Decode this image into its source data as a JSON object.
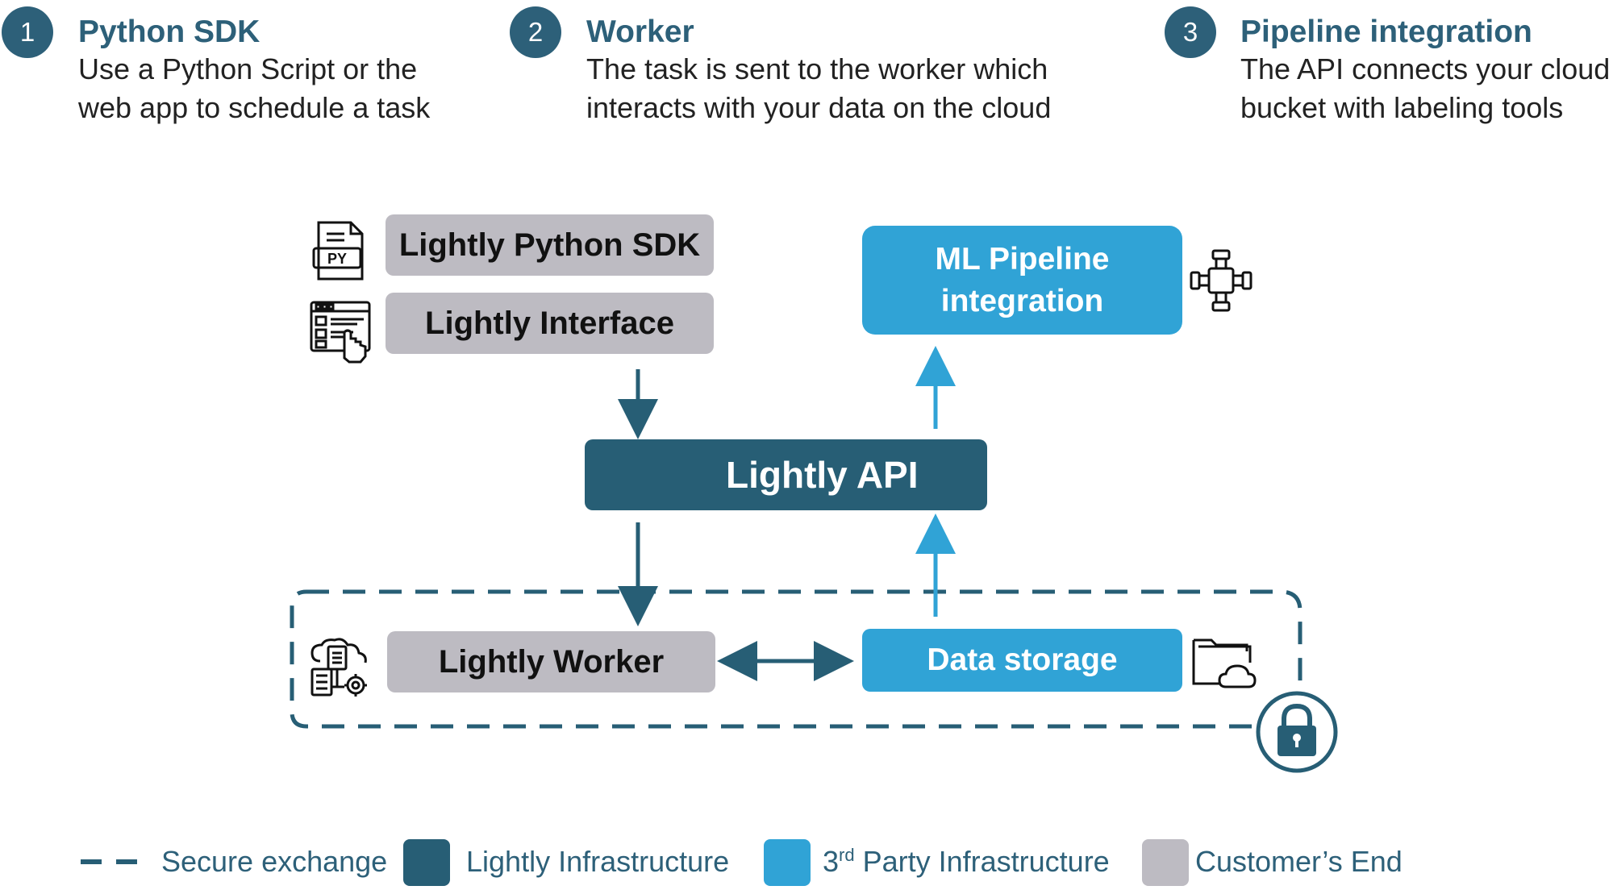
{
  "steps": [
    {
      "number": "1",
      "title": "Python SDK",
      "line1": "Use a Python Script or the",
      "line2": "web app to schedule a task"
    },
    {
      "number": "2",
      "title": "Worker",
      "line1": "The task is sent to the worker which",
      "line2": "interacts with your data on the cloud"
    },
    {
      "number": "3",
      "title": "Pipeline integration",
      "line1": "The API connects your cloud",
      "line2": "bucket with labeling tools"
    }
  ],
  "nodes": {
    "python_sdk": "Lightly Python SDK",
    "interface": "Lightly Interface",
    "ml_pipeline_line1": "ML Pipeline",
    "ml_pipeline_line2": "integration",
    "api": "Lightly API",
    "worker": "Lightly Worker",
    "data_storage": "Data storage"
  },
  "legend": {
    "secure": "Secure exchange",
    "lightly_infra": "Lightly Infrastructure",
    "third_party_sup": "rd",
    "third_party_num": "3",
    "third_party_rest": " Party Infrastructure",
    "customer": "Customer’s End"
  },
  "colors": {
    "lightly": "#275e75",
    "third_party": "#30a3d6",
    "customer": "#bdbbc2"
  },
  "icons": {
    "python_file": "python-file-icon",
    "web_interface": "web-interface-icon",
    "pipeline": "pipeline-connector-icon",
    "api": "api-workflow-icon",
    "worker": "cloud-server-gear-icon",
    "storage": "cloud-folder-icon",
    "lock": "lock-icon"
  }
}
